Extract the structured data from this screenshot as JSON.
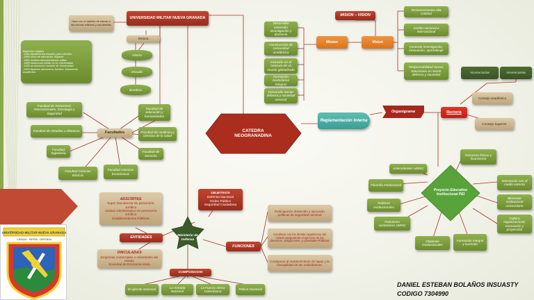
{
  "colors": {
    "tan": "#c9b28c",
    "green": "#7da13c",
    "dark_green": "#4a6630",
    "red": "#b03a26",
    "orange": "#e8842e",
    "teal": "#4caea5",
    "lines": "#a33020"
  },
  "nodes": {
    "universidad": "UNIVERSIDAD MILITAR NUEVA GRANADA",
    "objetivo_creacion": "Nace con el objetivo de educar a las fuerzas militares y sus familias",
    "historia": "historia",
    "aspectos_legales": "Aspectos Legales\n-1962 Apoderación estudios para oficiales\n-1980 Inicio de educación Superior\n-1982 Instituto descentralizado militar\n-1985 Instrucción militar no es Universidad\n-1995 se reconoce carácter de Universidad\n-2003 Aparece personería Jurídica. Autonomía académica",
    "himno": "Himno",
    "escudo": "Escudo",
    "bandera": "Bandera",
    "facultad_relaciones": "Facultad de Relaciones Internacionales, Estrategia y Seguridad",
    "facultad_educacion": "Facultad de educación y humanidades",
    "facultad_distancia": "Facultad de estudios a distancia",
    "facultades": "Facultades",
    "facultad_medicina": "Facultad de medicina y ciencias de la salud",
    "facultad_ingenieria": "Facultad Ingeniería",
    "facultad_derecho": "Facultad de Derecho",
    "facultad_basicas": "Facultad Ciencias Básicas",
    "facultad_economicas": "Facultad Ciencias Económicas",
    "mision_vision": "MISION – VISION",
    "mision": "Mision",
    "vision": "Vision",
    "mision_items": [
      "Desarrollar extensión investigación y docencia",
      "Construcción de comunidad académica",
      "Inclusión en el contexto de un mundo globalizado",
      "Formación ciudadanos íntegros",
      "Desarrollo Sector defensa y sociedad General"
    ],
    "vision_items": [
      "Reconocimiento Alta Calidad",
      "Ámbito nacional e internacional",
      "Fomento investigación, innovación, aprendizaje",
      "Responsabilidad Social, Soluciones en sector defensa y sociedad"
    ],
    "catedra": "CATEDRA NEOGRANADINA",
    "reglamentacion": "Reglamentación Interna",
    "organigrama": "Organigrama",
    "rectoria": "Rectoría",
    "vicerrectorias": [
      "Vicerrectorías",
      "Vicerrectorías"
    ],
    "consejo_academico": "Consejo académico",
    "consejo_superior": "Consejo Superior",
    "recursos": "Recursos físicos y financieros",
    "antecedentes": "Antecedentes UMNG",
    "filosofia": "Filosofía Institucional",
    "politicas": "Políticas Institucionales",
    "funciones": "Funciones sustantivas UMNG",
    "pei": "Proyecto Educativo Institucional PEI",
    "interaccion": "Interacción con el medio externo",
    "bienestar": "Bienestar institucional universitario",
    "cultura": "Cultura organizacional, renovación y proyección",
    "objetivos_institucionales": "Objetivos institucionales",
    "formacion_integral": "Formación integral y currículo",
    "objetivos_title": "OBJETIVOS",
    "objetivos_text": "Defensa Nacional\nOrden Público\nSeguridad Ciudadana",
    "adscritas_title": "ADSCRITAS",
    "adscritas_text": "Super intendencia sin personería Jurídica\nUnidad Administrativa sin personería Jurídica\nEstablecimientos Públicos",
    "entidades": "ENTIDADES",
    "ministerio": "Ministerio de Defensa",
    "funciones_min": "FUNCIONES",
    "vinculadas_title": "VINCULADAS",
    "vinculadas_text": "Empresas comerciales e industriales del estado\nSociedad de Economía Mixta",
    "composicion": "COMPOSICION",
    "composicion_items": [
      "El ejército Nacional",
      "La Armada Nacional",
      "La Fuerza Aérea Colombiana",
      "Policía Nacional"
    ],
    "funciones_items": [
      "Participación desarrollo y ejecución políticas de seguridad nacional",
      "Contribuir con los demás organismos del estado asegurando el ejercicio de los derechos, obligaciones, y Libertades Públicas",
      "Coadyuvar al mantenimiento de lapaz y la tranquilidad de los colombianos."
    ]
  },
  "logo": {
    "banner_text": "UNIVERSIDAD MILITAR NUEVA GRANADA",
    "motto": "CIENCIA · PATRIA · DEFENSA"
  },
  "credits": {
    "name": "DANIEL ESTEBAN BOLAÑOS INSUASTY",
    "code": "CODIGO 7304990"
  }
}
